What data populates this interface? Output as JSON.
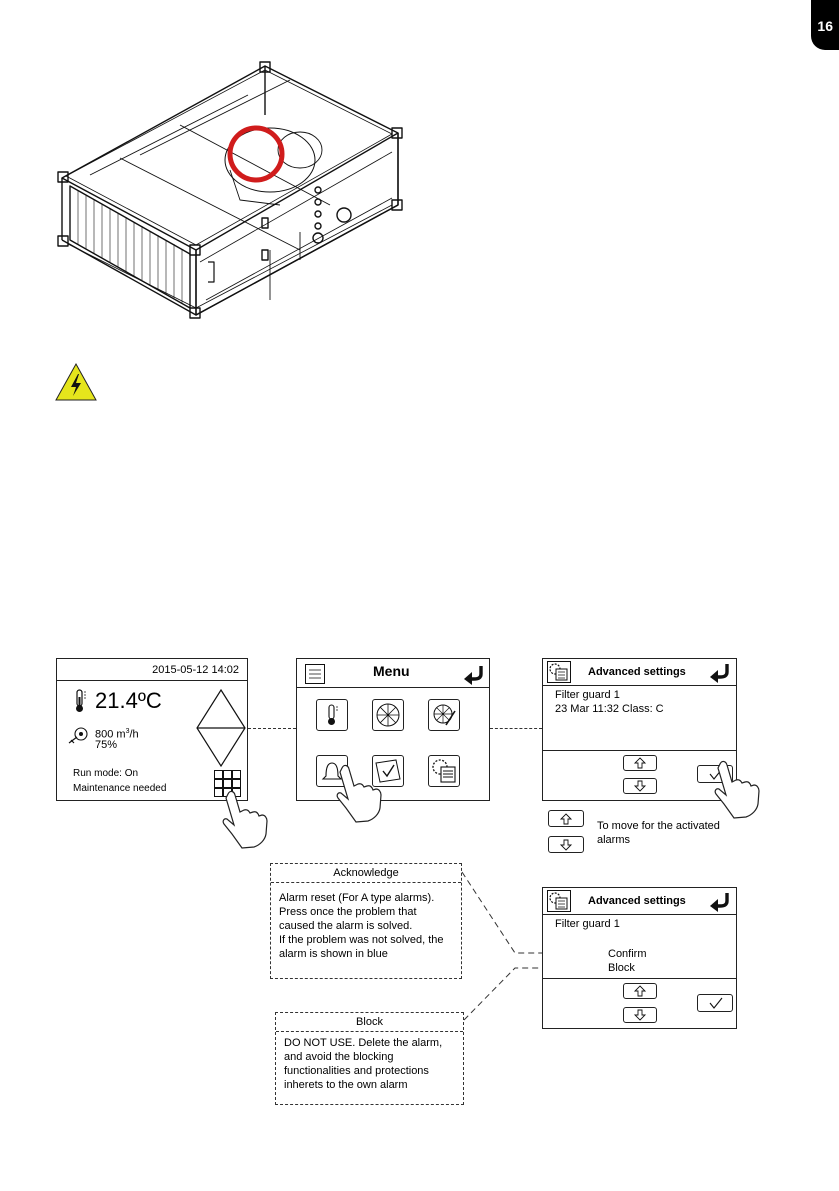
{
  "page": {
    "number": "16"
  },
  "warning": {
    "icon": "high-voltage-icon"
  },
  "home_screen": {
    "datetime": "2015-05-12  14:02",
    "temperature": "21.4ºC",
    "airflow_prefix": "800 m",
    "airflow_sup": "3",
    "airflow_suffix": "/h",
    "fan_percent": "75%",
    "run_mode": "Run mode:  On",
    "status": "Maintenance needed"
  },
  "menu_screen": {
    "title": "Menu"
  },
  "alarm_screen": {
    "title": "Advanced settings",
    "alarm_name": "Filter guard 1",
    "alarm_detail": "23 Mar 11:32   Class: C"
  },
  "navigation_note": {
    "text_line1": "To move for the activated",
    "text_line2": "alarms"
  },
  "alarm_action_screen": {
    "title": "Advanced settings",
    "alarm_name": "Filter guard 1",
    "option_confirm": "Confirm",
    "option_block": "Block"
  },
  "acknowledge_box": {
    "title": "Acknowledge",
    "lines": [
      "Alarm reset (For A type alarms).",
      "Press once the problem that",
      "caused the alarm is solved.",
      "If the problem was not solved, the",
      "alarm is shown in blue"
    ]
  },
  "block_box": {
    "title": "Block",
    "lines": [
      "DO NOT USE.  Delete the alarm,",
      "and avoid the blocking",
      "functionalities and protections",
      "inherets to the own alarm"
    ]
  }
}
